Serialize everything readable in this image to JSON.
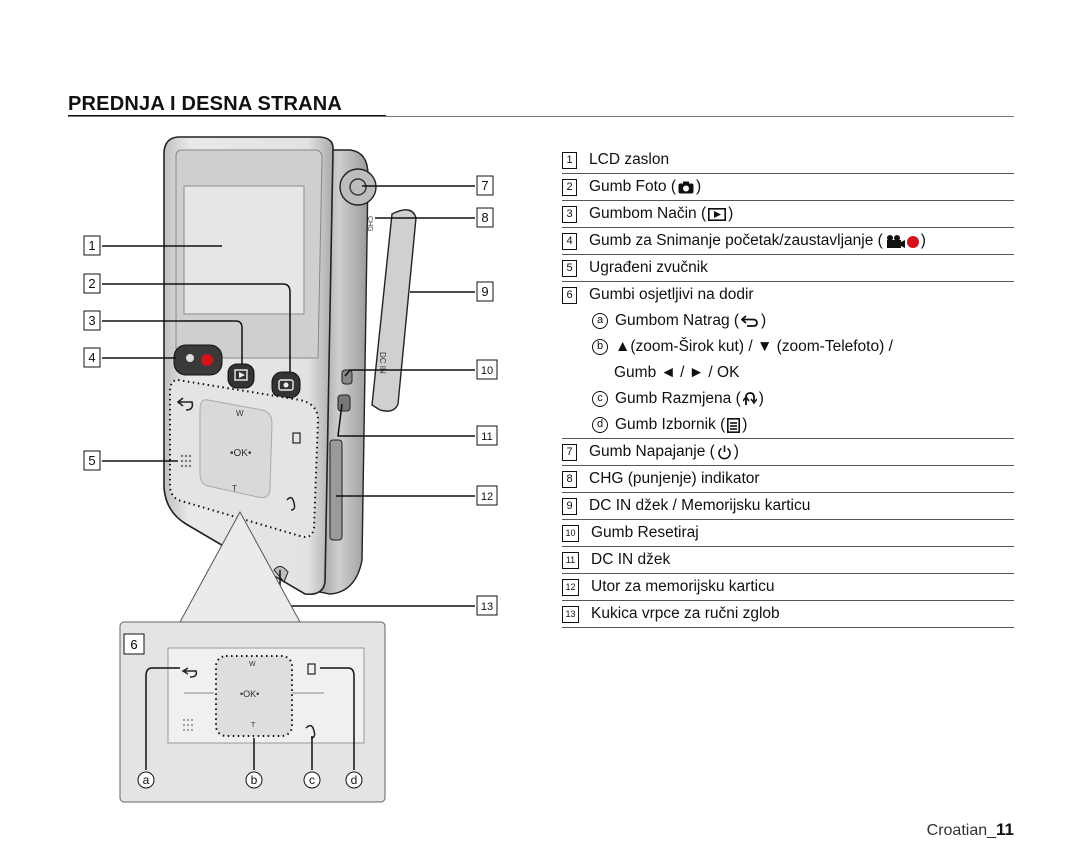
{
  "page": {
    "title": "PREDNJA I DESNA STRANA",
    "footer_lang": "Croatian_",
    "footer_page": "11"
  },
  "callouts": {
    "n1": "1",
    "n2": "2",
    "n3": "3",
    "n4": "4",
    "n5": "5",
    "n6": "6",
    "n7": "7",
    "n8": "8",
    "n9": "9",
    "n10": "10",
    "n11": "11",
    "n12": "12",
    "n13": "13",
    "a": "a",
    "b": "b",
    "c": "c",
    "d": "d"
  },
  "device_labels": {
    "w": "W",
    "t": "T",
    "ok": "•OK•",
    "chg": "CHG",
    "dcin": "DC IN"
  },
  "legend": {
    "item1": {
      "num": "1",
      "text": "LCD zaslon"
    },
    "item2": {
      "num": "2",
      "text_before": "Gumb Foto (",
      "icon": "camera-icon",
      "text_after": ")"
    },
    "item3": {
      "num": "3",
      "text_before": "Gumbom Način (",
      "icon": "play-mode-icon",
      "text_after": ")"
    },
    "item4": {
      "num": "4",
      "text_before": "Gumb za Snimanje početak/zaustavljanje (",
      "icon": "movie-record-icon",
      "text_after": ")"
    },
    "item5": {
      "num": "5",
      "text": "Ugrađeni zvučnik"
    },
    "item6": {
      "num": "6",
      "text": "Gumbi osjetljivi na dodir"
    },
    "item6a": {
      "letter": "a",
      "text_before": "Gumbom Natrag (",
      "icon": "back-arrow-icon",
      "text_after": ")"
    },
    "item6b": {
      "letter": "b",
      "line1": "▲(zoom-Širok kut) / ▼ (zoom-Telefoto) /",
      "line2": "Gumb ◄ / ► / OK"
    },
    "item6c": {
      "letter": "c",
      "text_before": "Gumb Razmjena (",
      "icon": "share-icon",
      "text_after": ")"
    },
    "item6d": {
      "letter": "d",
      "text_before": "Gumb Izbornik (",
      "icon": "menu-icon",
      "text_after": ")"
    },
    "item7": {
      "num": "7",
      "text_before": "Gumb Napajanje (",
      "icon": "power-icon",
      "text_after": ")"
    },
    "item8": {
      "num": "8",
      "text": "CHG (punjenje) indikator"
    },
    "item9": {
      "num": "9",
      "text": "DC IN džek / Memorijsku karticu"
    },
    "item10": {
      "num": "10",
      "text": "Gumb Resetiraj"
    },
    "item11": {
      "num": "11",
      "text": "DC IN džek"
    },
    "item12": {
      "num": "12",
      "text": "Utor za memorijsku karticu"
    },
    "item13": {
      "num": "13",
      "text": "Kukica vrpce za ručni zglob"
    }
  },
  "colors": {
    "record_red": "#d3121a",
    "device_body": "#d8d8d8",
    "device_outline": "#222222",
    "rule": "#555555"
  }
}
